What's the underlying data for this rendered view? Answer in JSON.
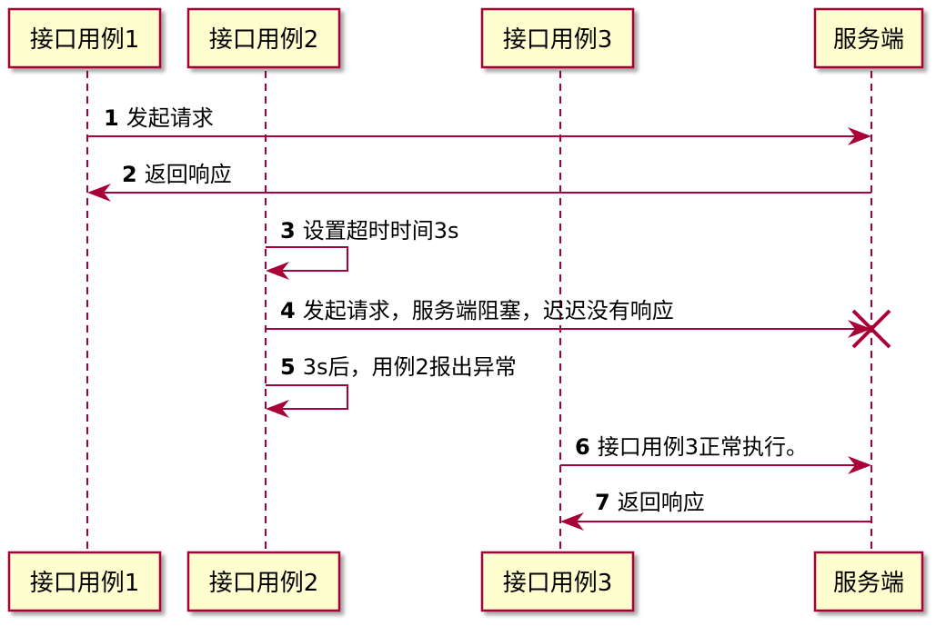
{
  "participants": [
    {
      "id": "p1",
      "label": "接口用例1"
    },
    {
      "id": "p2",
      "label": "接口用例2"
    },
    {
      "id": "p3",
      "label": "接口用例3"
    },
    {
      "id": "p4",
      "label": "服务端"
    }
  ],
  "messages": [
    {
      "num": "1",
      "text": "发起请求",
      "from": "p1",
      "to": "p4"
    },
    {
      "num": "2",
      "text": "返回响应",
      "from": "p4",
      "to": "p1"
    },
    {
      "num": "3",
      "text": "设置超时时间3s",
      "from": "p2",
      "to": "p2"
    },
    {
      "num": "4",
      "text": "发起请求，服务端阻塞，迟迟没有响应",
      "from": "p2",
      "to": "p4",
      "destroy": true
    },
    {
      "num": "5",
      "text": "3s后，用例2报出异常",
      "from": "p2",
      "to": "p2"
    },
    {
      "num": "6",
      "text": "接口用例3正常执行。",
      "from": "p3",
      "to": "p4"
    },
    {
      "num": "7",
      "text": "返回响应",
      "from": "p4",
      "to": "p3"
    }
  ],
  "colors": {
    "line": "#A80036",
    "box_fill": "#FEFECE"
  }
}
